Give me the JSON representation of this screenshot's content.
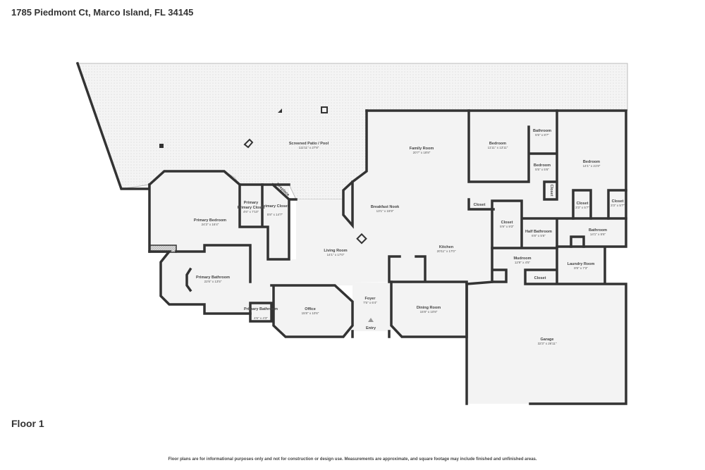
{
  "header": {
    "address": "1785 Piedmont Ct, Marco Island, FL 34145"
  },
  "floor_label": "Floor 1",
  "disclaimer": "Floor plans are for informational purposes only and not for construction or design use. Measurements are approximate, and square footage may include finished and unfinished areas.",
  "entry_label": "Entry",
  "fireplace_label": "Fireplace",
  "rooms": [
    {
      "name": "Screened Patio / Pool",
      "dims": "111'11\" x 27'8\""
    },
    {
      "name": "Family Room",
      "dims": "20'7\" x 18'8\""
    },
    {
      "name": "Bedroom",
      "dims": "11'11\" x 13'11\""
    },
    {
      "name": "Bathroom",
      "dims": "5'5\" x 8'7\""
    },
    {
      "name": "Bedroom",
      "dims": "5'5\" x 5'6\""
    },
    {
      "name": "Bedroom",
      "dims": "14'1\" x 21'9\""
    },
    {
      "name": "Breakfast Nook",
      "dims": "13'1\" x 15'9\""
    },
    {
      "name": "Closet",
      "dims": "5'9\" x 9'3\""
    },
    {
      "name": "Half Bathroom",
      "dims": "6'8\" x 5'6\""
    },
    {
      "name": "Closet",
      "dims": "3'3\" x 5'7\""
    },
    {
      "name": "Closet",
      "dims": "3'3\" x 5'7\""
    },
    {
      "name": "Bathroom",
      "dims": "14'1\" x 5'6\""
    },
    {
      "name": "Kitchen",
      "dims": "20'11\" x 17'0\""
    },
    {
      "name": "Mudroom",
      "dims": "12'9\" x 4'5\""
    },
    {
      "name": "Laundry Room",
      "dims": "9'9\" x 7'3\""
    },
    {
      "name": "Primary Bedroom",
      "dims": "24'3\" x 16'4\""
    },
    {
      "name": "Primary Closet",
      "dims": "4'6\" x 7'10\""
    },
    {
      "name": "Primary Closet",
      "dims": "5'8\" x 14'7\""
    },
    {
      "name": "Living Room",
      "dims": "14'1\" x 17'0\""
    },
    {
      "name": "Primary Bathroom",
      "dims": "22'6\" x 13'5\""
    },
    {
      "name": "Primary Bathroom",
      "dims": "4'6\" x 4'3\""
    },
    {
      "name": "Office",
      "dims": "15'8\" x 10'6\""
    },
    {
      "name": "Foyer",
      "dims": "7'5\" x 6'4\""
    },
    {
      "name": "Dining Room",
      "dims": "15'8\" x 10'8\""
    },
    {
      "name": "Garage",
      "dims": "32'3\" x 26'11\""
    }
  ],
  "unlabeled_closets": [
    "Closet",
    "Closet",
    "Closet"
  ]
}
